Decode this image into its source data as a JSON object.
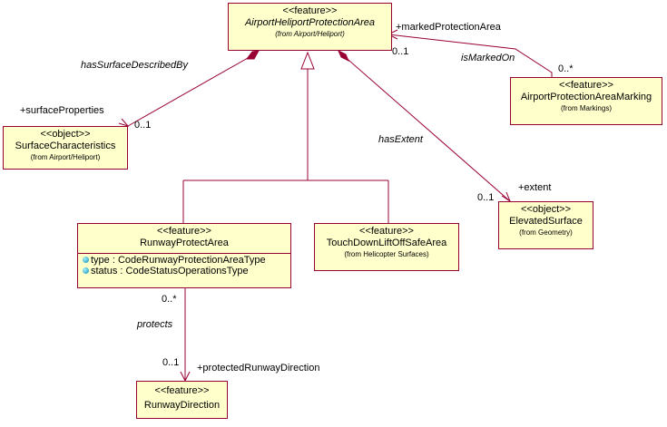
{
  "classes": {
    "airport_heliport_protection_area": {
      "stereotype": "<<feature>>",
      "name": "AirportHeliportProtectionArea",
      "from": "(from Airport/Heliport)"
    },
    "airport_protection_area_marking": {
      "stereotype": "<<feature>>",
      "name": "AirportProtectionAreaMarking",
      "from": "(from Markings)"
    },
    "surface_characteristics": {
      "stereotype": "<<object>>",
      "name": "SurfaceCharacteristics",
      "from": "(from Airport/Heliport)"
    },
    "elevated_surface": {
      "stereotype": "<<object>>",
      "name": "ElevatedSurface",
      "from": "(from Geometry)"
    },
    "runway_protect_area": {
      "stereotype": "<<feature>>",
      "name": "RunwayProtectArea",
      "attributes": [
        "type : CodeRunwayProtectionAreaType",
        "status : CodeStatusOperationsType"
      ]
    },
    "touchdown_liftoff_safe_area": {
      "stereotype": "<<feature>>",
      "name": "TouchDownLiftOffSafeArea",
      "from": "(from Helicopter Surfaces)"
    },
    "runway_direction": {
      "stereotype": "<<feature>>",
      "name": "RunwayDirection"
    }
  },
  "associations": {
    "marked_on": {
      "role": "+markedProtectionArea",
      "name": "isMarkedOn",
      "mult_near": "0..1",
      "mult_far": "0..*"
    },
    "surface": {
      "name": "hasSurfaceDescribedBy",
      "role": "+surfaceProperties",
      "mult": "0..1"
    },
    "extent": {
      "name": "hasExtent",
      "role": "+extent",
      "mult": "0..1"
    },
    "protects": {
      "name": "protects",
      "role": "+protectedRunwayDirection",
      "mult_source": "0..*",
      "mult_target": "0..1"
    }
  },
  "colors": {
    "class_fill": "#ffffcc",
    "border": "#990033"
  }
}
